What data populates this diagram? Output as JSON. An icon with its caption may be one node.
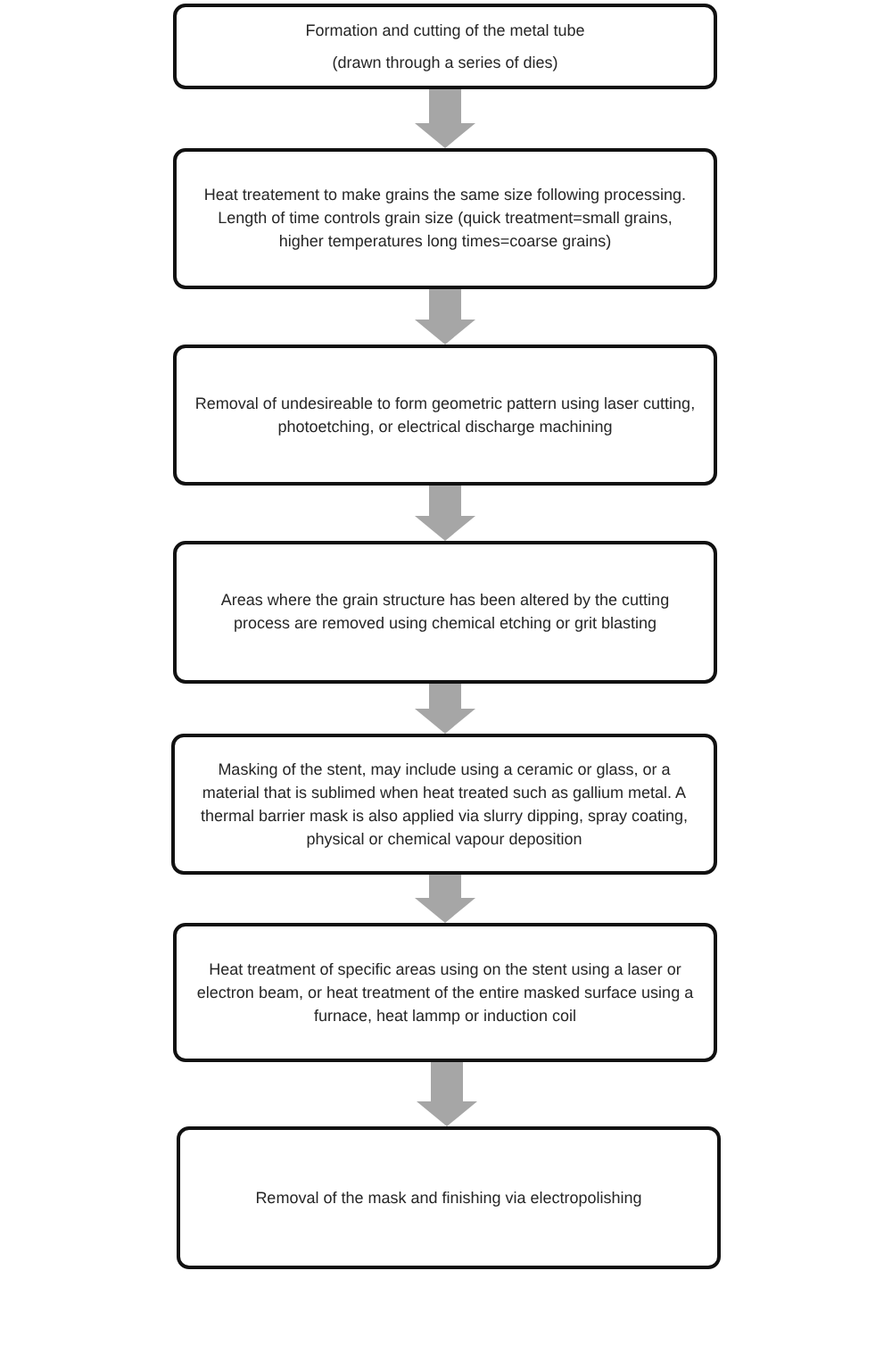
{
  "diagram": {
    "nodes": [
      {
        "text": [
          "Formation and cutting of the metal tube",
          "(drawn through a series of dies)"
        ]
      },
      {
        "text": [
          "Heat treatement to make grains the same size following processing. Length of time controls grain size (quick treatment=small grains, higher temperatures long times=coarse grains)"
        ]
      },
      {
        "text": [
          "Removal of undesireable to form geometric pattern using laser cutting, photoetching, or electrical discharge machining"
        ]
      },
      {
        "text": [
          "Areas where the grain structure has been altered by the cutting process are removed using chemical etching or grit blasting"
        ]
      },
      {
        "text": [
          "Masking of the stent, may include using a ceramic or glass, or a material that is sublimed when heat treated such as gallium metal. A thermal barrier mask is also applied via slurry dipping, spray coating, physical or chemical vapour deposition"
        ]
      },
      {
        "text": [
          "Heat treatment of specific areas using on the stent using a laser or electron beam, or heat treatment of the entire masked surface using a furnace, heat lammp or induction coil"
        ]
      },
      {
        "text": [
          "Removal of the mask and finishing via electropolishing"
        ]
      }
    ],
    "edges": [
      {
        "from": 0,
        "to": 1,
        "arrow": "to"
      },
      {
        "from": 1,
        "to": 2,
        "arrow": "to"
      },
      {
        "from": 2,
        "to": 3,
        "arrow": "to"
      },
      {
        "from": 3,
        "to": 4,
        "arrow": "to"
      },
      {
        "from": 4,
        "to": 5,
        "arrow": "to"
      },
      {
        "from": 5,
        "to": 6,
        "arrow": "to"
      }
    ]
  }
}
